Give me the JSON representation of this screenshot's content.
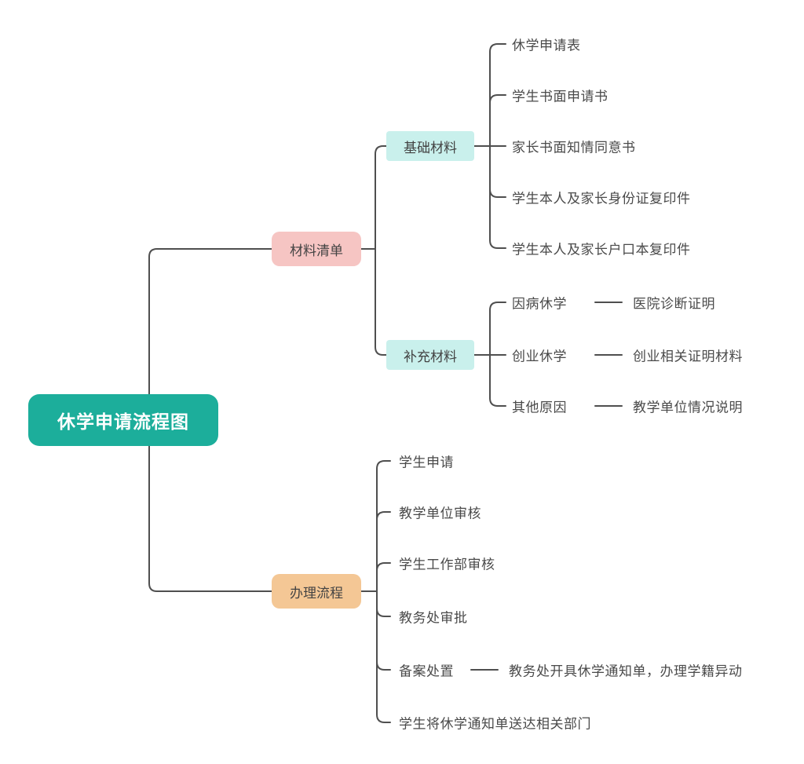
{
  "title": "休学申请流程图",
  "colors": {
    "root-bg": "#1cae9b",
    "branch1-bg": "#f6c5c3",
    "branch2-bg": "#f4c795",
    "subtopic-bg": "#c9f0ec",
    "line": "#4f4f4f",
    "text": "#4a4a4a"
  },
  "root": {
    "label": "休学申请流程图"
  },
  "branches": [
    {
      "label": "材料清单",
      "children": [
        {
          "label": "基础材料",
          "children": [
            {
              "label": "休学申请表"
            },
            {
              "label": "学生书面申请书"
            },
            {
              "label": "家长书面知情同意书"
            },
            {
              "label": "学生本人及家长身份证复印件"
            },
            {
              "label": "学生本人及家长户口本复印件"
            }
          ]
        },
        {
          "label": "补充材料",
          "children": [
            {
              "label": "因病休学",
              "detail": "医院诊断证明"
            },
            {
              "label": "创业休学",
              "detail": "创业相关证明材料"
            },
            {
              "label": "其他原因",
              "detail": "教学单位情况说明"
            }
          ]
        }
      ]
    },
    {
      "label": "办理流程",
      "children": [
        {
          "label": "学生申请"
        },
        {
          "label": "教学单位审核"
        },
        {
          "label": "学生工作部审核"
        },
        {
          "label": "教务处审批"
        },
        {
          "label": "备案处置",
          "detail": "教务处开具休学通知单，办理学籍异动"
        },
        {
          "label": "学生将休学通知单送达相关部门"
        }
      ]
    }
  ]
}
